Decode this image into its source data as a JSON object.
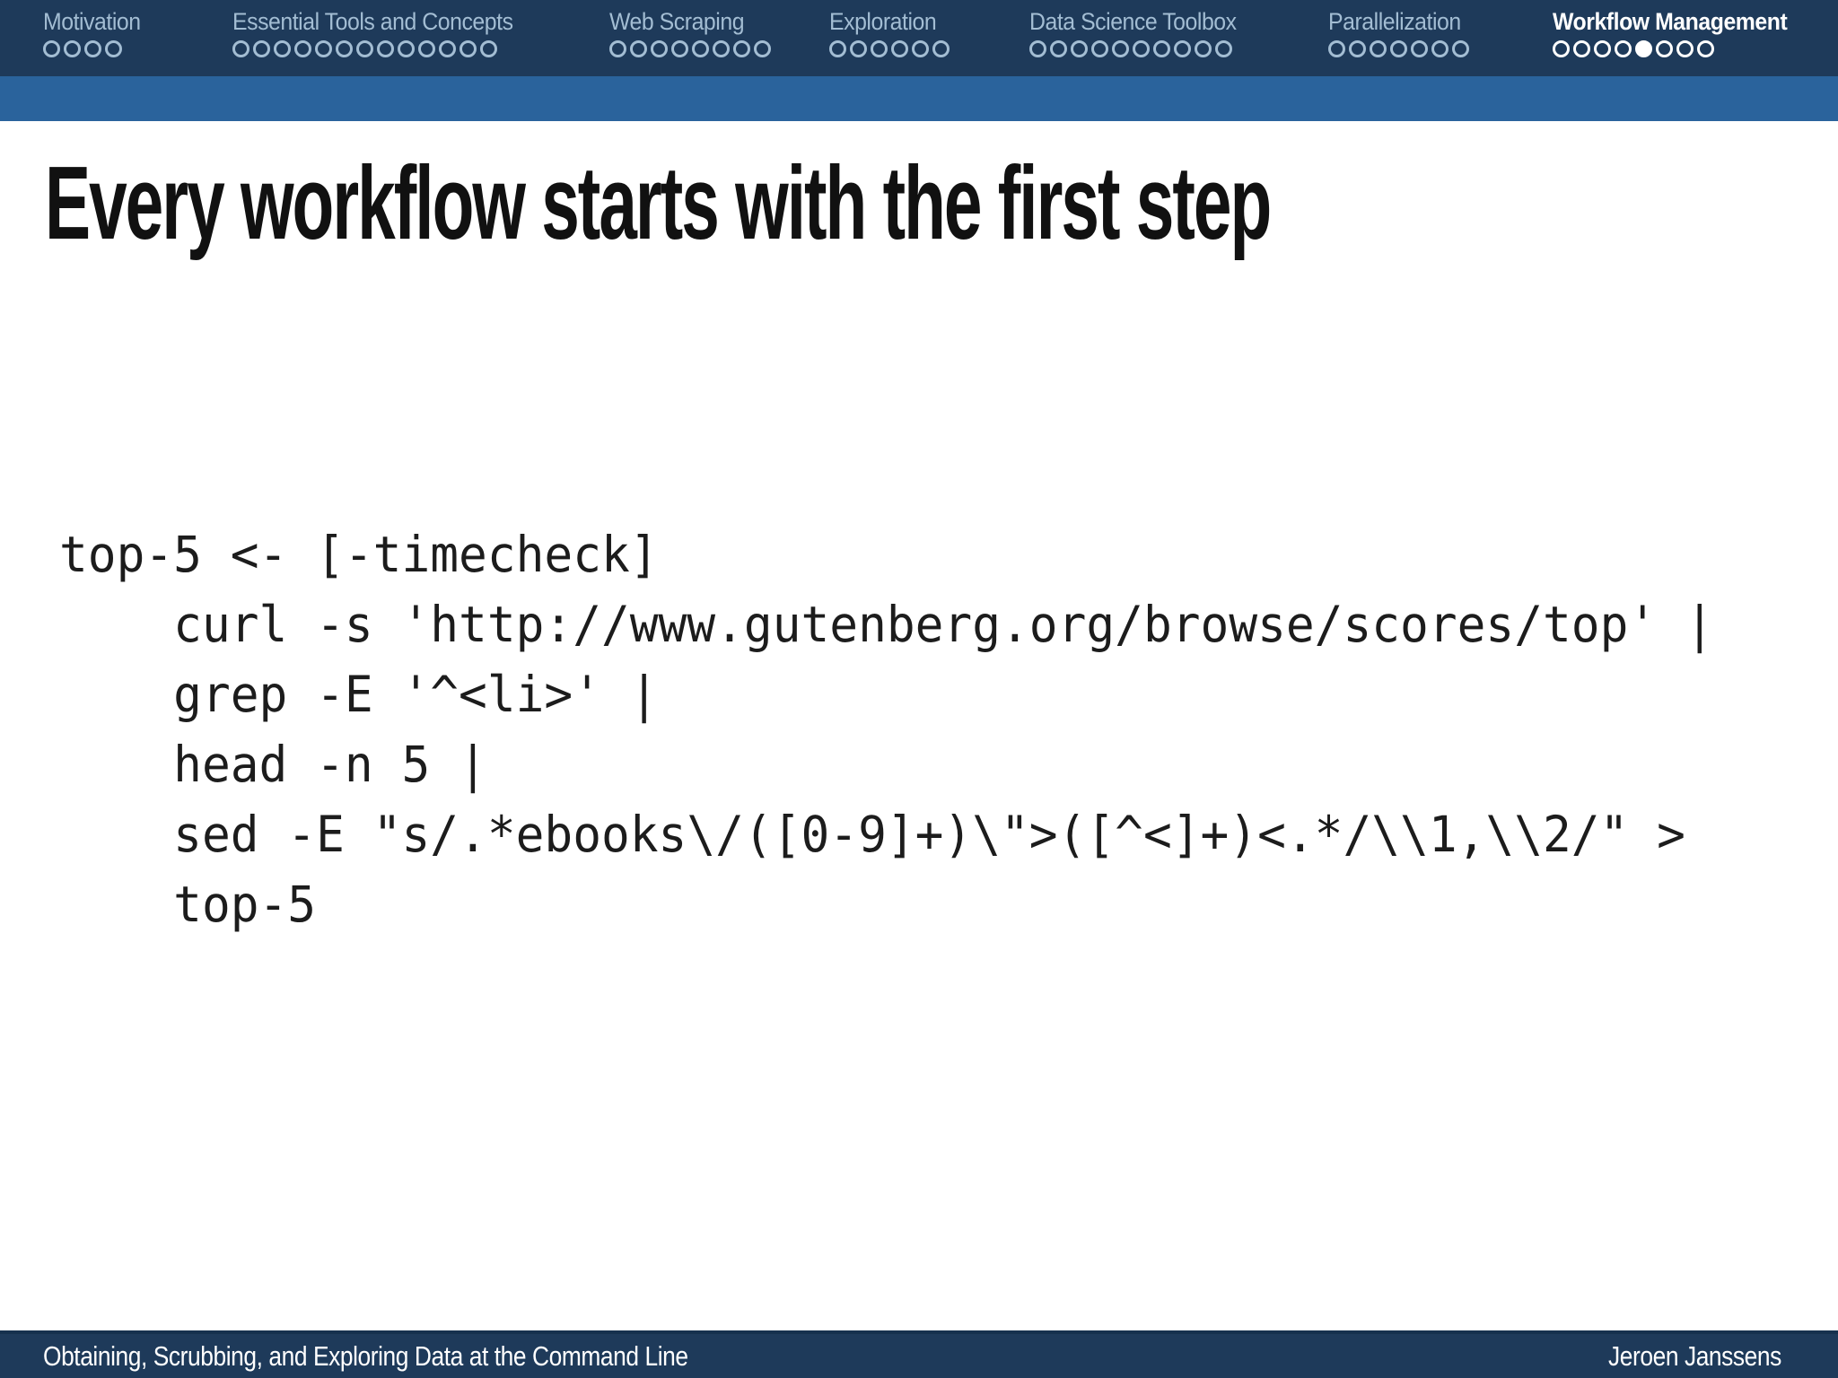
{
  "nav": {
    "sections": [
      {
        "label": "Motivation",
        "slug": "motivation",
        "dots_total": 4,
        "dot_filled": -1,
        "active": false
      },
      {
        "label": "Essential Tools and Concepts",
        "slug": "essential-tools",
        "dots_total": 13,
        "dot_filled": -1,
        "active": false
      },
      {
        "label": "Web Scraping",
        "slug": "web-scraping",
        "dots_total": 8,
        "dot_filled": -1,
        "active": false
      },
      {
        "label": "Exploration",
        "slug": "exploration",
        "dots_total": 6,
        "dot_filled": -1,
        "active": false
      },
      {
        "label": "Data Science Toolbox",
        "slug": "data-science-toolbox",
        "dots_total": 10,
        "dot_filled": -1,
        "active": false
      },
      {
        "label": "Parallelization",
        "slug": "parallelization",
        "dots_total": 7,
        "dot_filled": -1,
        "active": false
      },
      {
        "label": "Workflow Management",
        "slug": "workflow-management",
        "dots_total": 8,
        "dot_filled": 4,
        "active": true
      }
    ]
  },
  "slide": {
    "title": "Every workflow starts with the first step",
    "code": "top-5 <- [-timecheck]\n    curl -s 'http://www.gutenberg.org/browse/scores/top' |\n    grep -E '^<li>' |\n    head -n 5 |\n    sed -E \"s/.*ebooks\\/([0-9]+)\\\">([^<]+)<.*/\\\\1,\\\\2/\" >\n    top-5"
  },
  "footer": {
    "left": "Obtaining, Scrubbing, and Exploring Data at the Command Line",
    "right": "Jeroen Janssens"
  },
  "colors": {
    "header_bg": "#1e3a5a",
    "accent_bar": "#2a639c",
    "nav_inactive": "#a3bdd3",
    "nav_active": "#ffffff",
    "title_text": "#111111",
    "code_text": "#1c1c1c",
    "footer_bg": "#1e3a5a",
    "footer_border": "#16314e"
  }
}
